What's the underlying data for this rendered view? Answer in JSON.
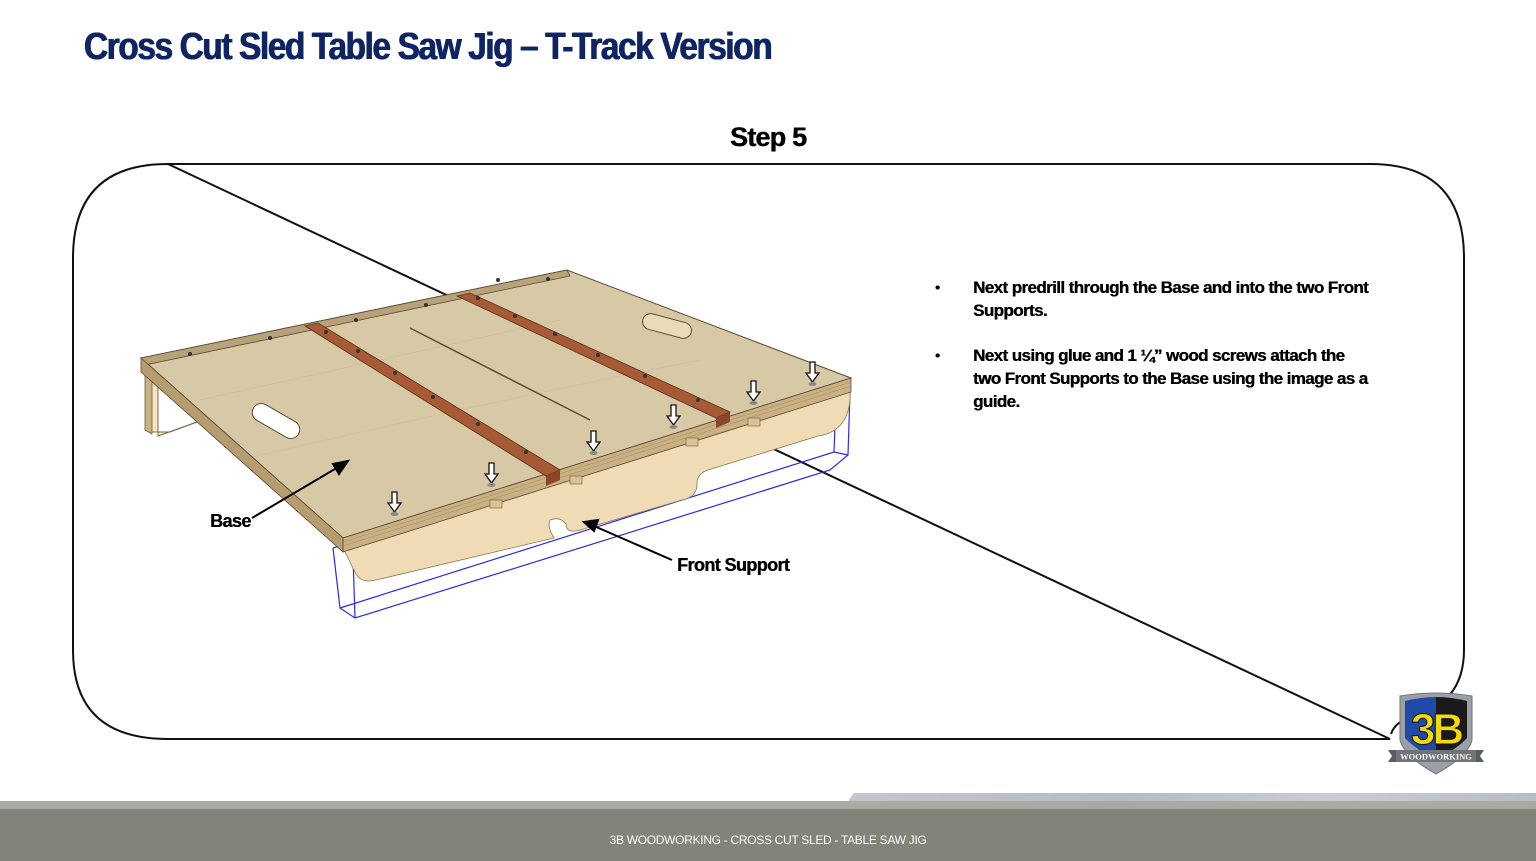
{
  "header": {
    "title": "Cross Cut Sled Table Saw Jig – T-Track Version"
  },
  "step": {
    "heading": "Step 5"
  },
  "instructions": {
    "bullets": [
      {
        "marker": "•",
        "text": "Next predrill through the Base and into the two Front Supports."
      },
      {
        "marker": "•",
        "text": "Next using glue and 1 ¼” wood screws attach the two Front Supports to the Base using the image as a guide."
      }
    ]
  },
  "illustration": {
    "labels": {
      "base": "Base",
      "front_support": "Front Support"
    },
    "icons": [
      "screw-down-arrow-icon",
      "pointer-arrow-icon"
    ],
    "colors": {
      "plywood_top": "#d8c9a6",
      "plywood_edge": "#b9a47d",
      "t_track": "#a65a35",
      "support_wood": "#efdcb4",
      "outline_blue": "#2a2ae8"
    }
  },
  "logo": {
    "mark": "3B",
    "banner": "WOODWORKING",
    "colors": {
      "blue": "#1f4aa8",
      "yellow": "#f5d90a",
      "black": "#1a1a1a",
      "silver": "#9aa0a6"
    }
  },
  "footer": {
    "text": "3B WOODWORKING - CROSS CUT SLED - TABLE SAW JIG"
  },
  "theme": {
    "title_color": "#0f2463",
    "footer_color": "#828379",
    "footer_band_color": "#a9aaa3"
  }
}
